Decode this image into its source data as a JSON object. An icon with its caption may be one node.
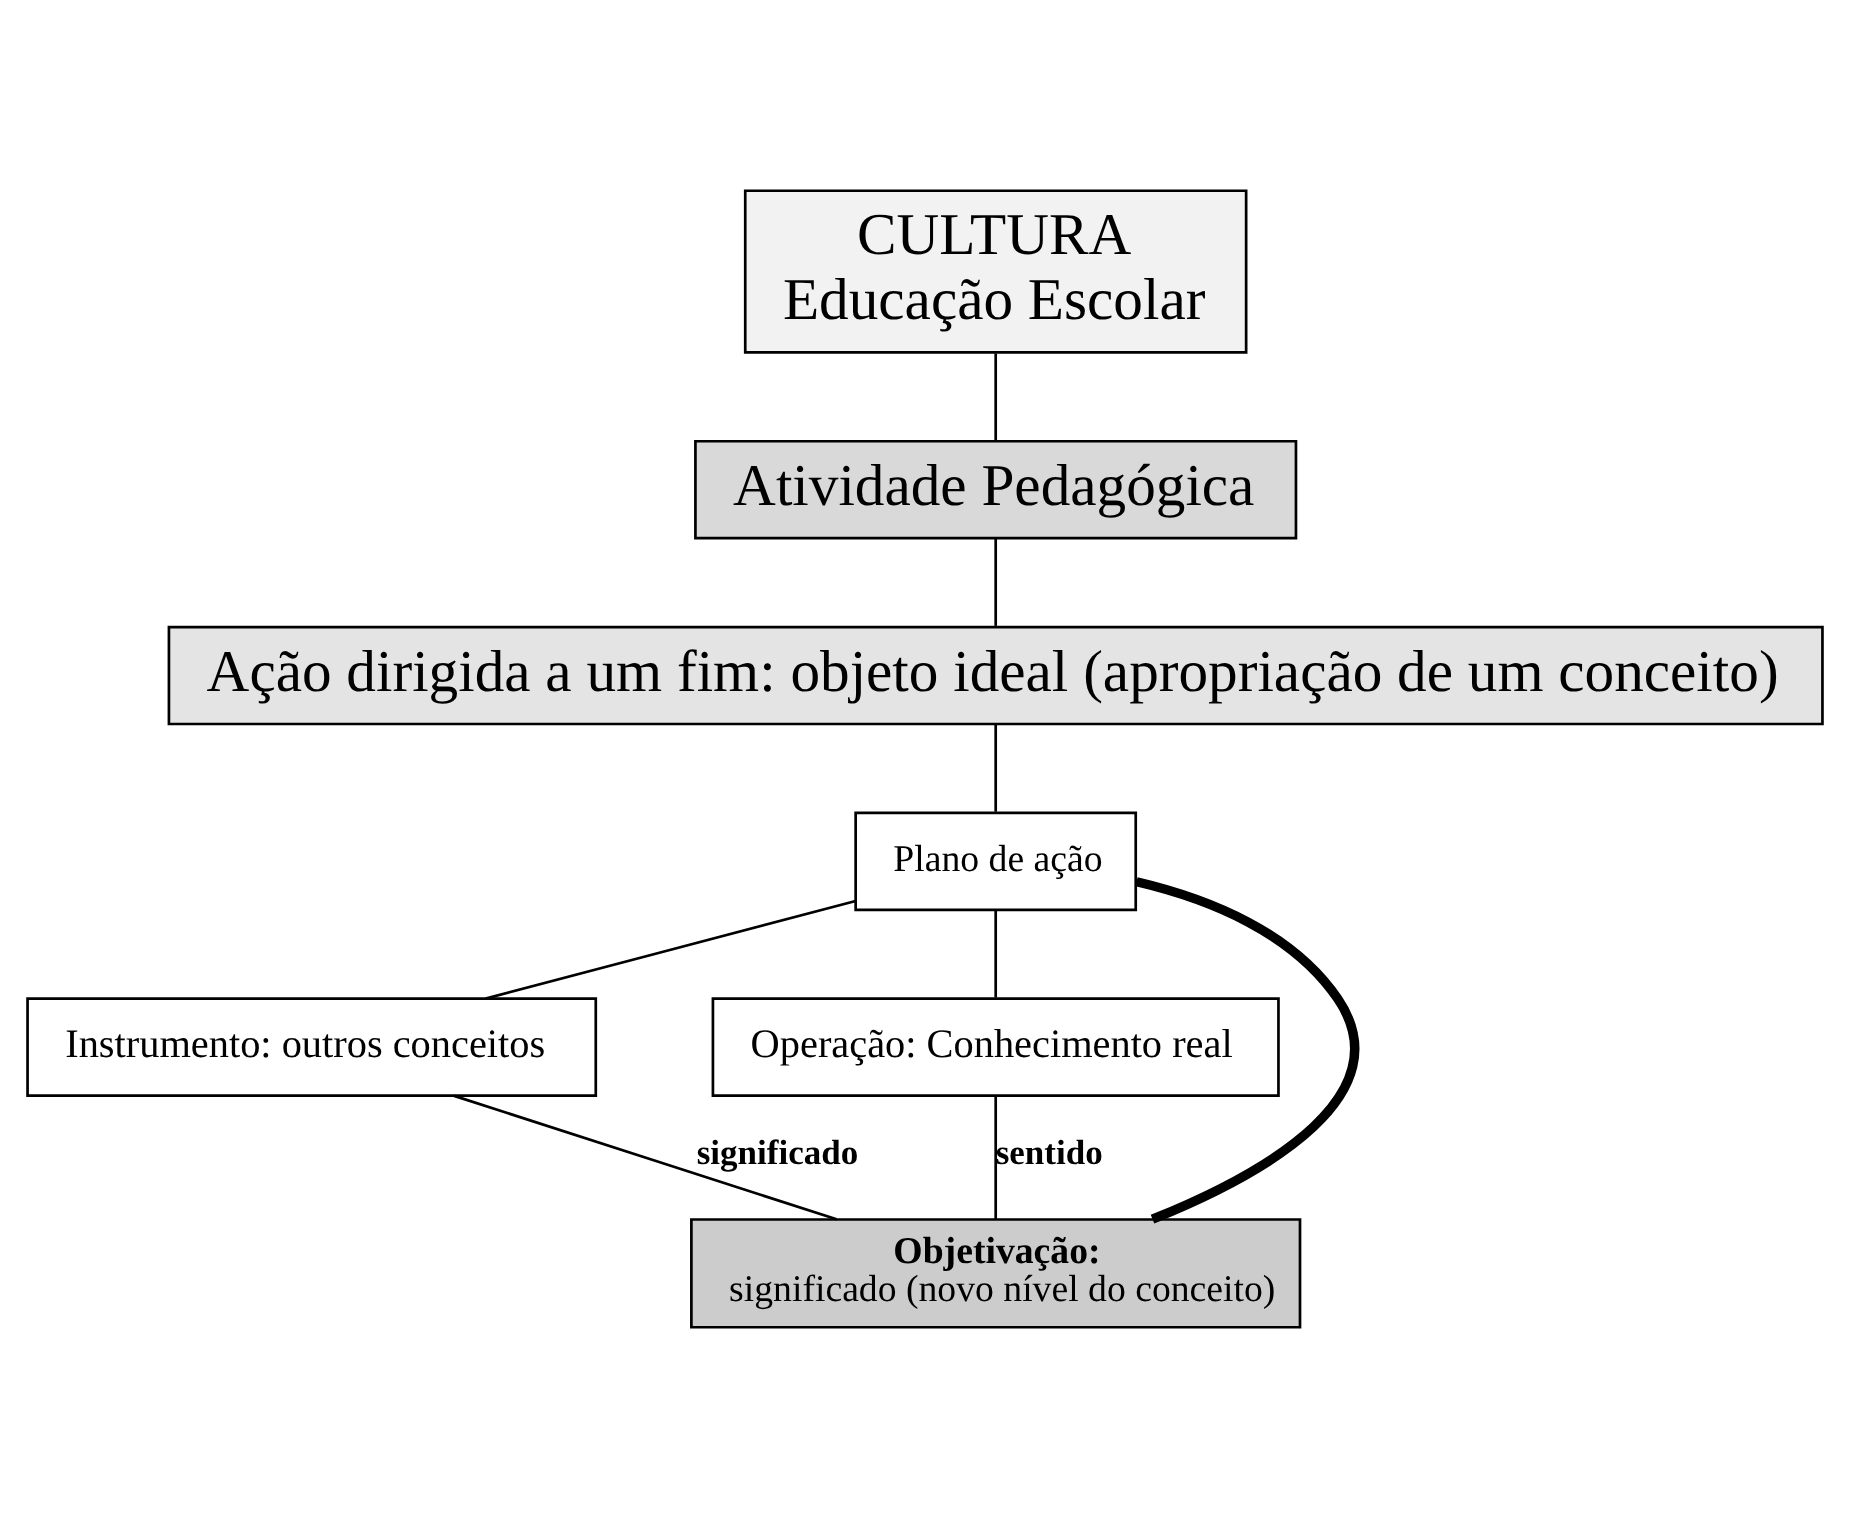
{
  "diagram": {
    "nodes": [
      {
        "text": [
          "CULTURA",
          "Educação Escolar"
        ]
      },
      {
        "text": [
          "Atividade Pedagógica"
        ]
      },
      {
        "text": [
          "Ação dirigida a um fim: objeto ideal (apropriação de um conceito)"
        ]
      },
      {
        "text": [
          "Plano de ação"
        ]
      },
      {
        "text": [
          "Instrumento: outros conceitos"
        ]
      },
      {
        "text": [
          "Operação: Conhecimento real"
        ]
      },
      {
        "text": [
          "Objetivação:",
          "significado (novo nível do conceito)"
        ]
      }
    ],
    "edges": [
      {
        "from": 0,
        "to": 1,
        "arrow": "none"
      },
      {
        "from": 1,
        "to": 2,
        "arrow": "none"
      },
      {
        "from": 2,
        "to": 3,
        "arrow": "none"
      },
      {
        "from": 3,
        "to": 4,
        "arrow": "none"
      },
      {
        "from": 3,
        "to": 6,
        "arrow": "none",
        "style": "thick"
      },
      {
        "from": 3,
        "to": 5,
        "arrow": "none"
      },
      {
        "from": 4,
        "to": 6,
        "arrow": "none",
        "label": "significado"
      },
      {
        "from": 5,
        "to": 6,
        "arrow": "none",
        "label": "sentido"
      }
    ]
  }
}
